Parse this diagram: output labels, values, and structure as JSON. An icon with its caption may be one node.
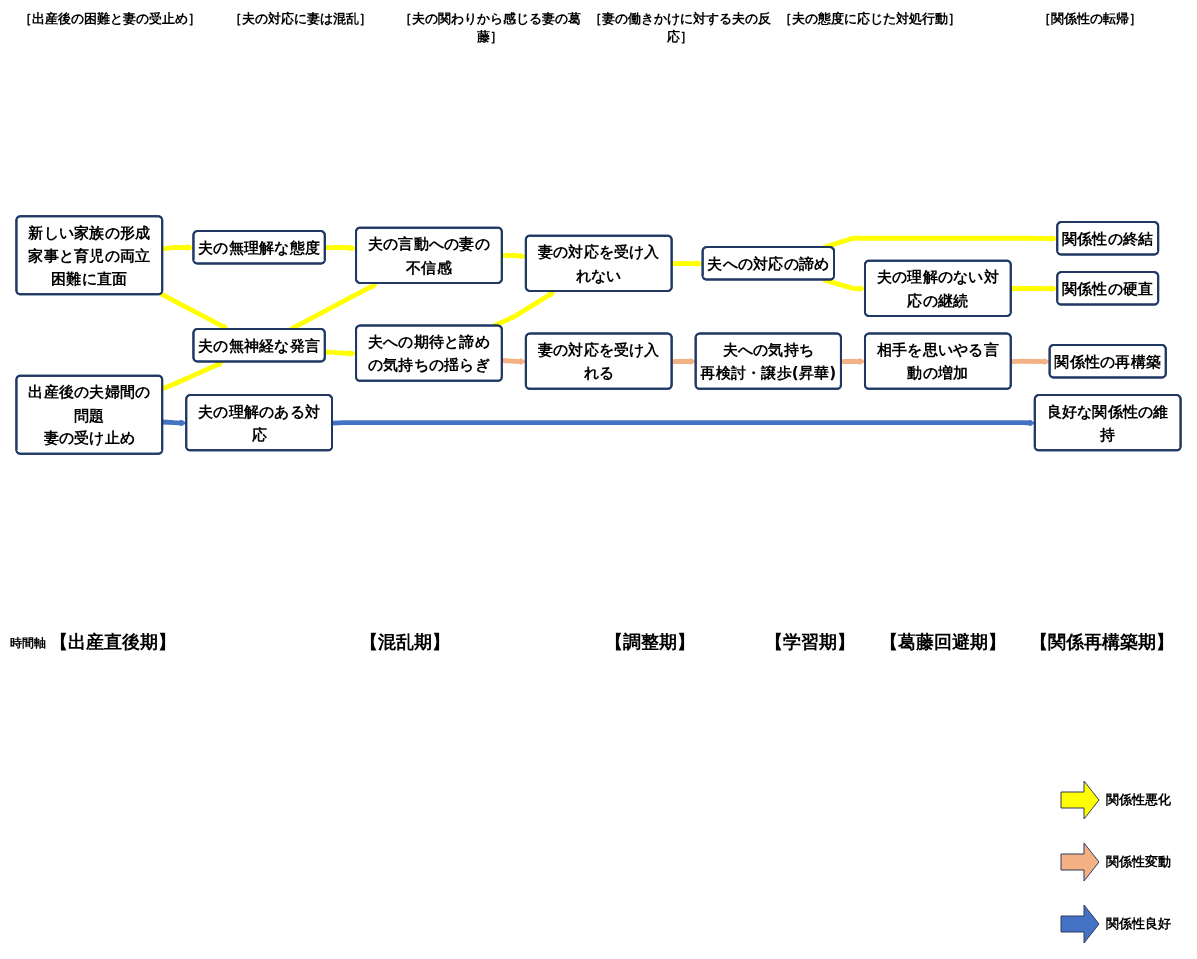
{
  "diagram": {
    "nodes": [
      {
        "text": [
          "新しい家族の形成",
          "家事と育児の両立困難に直面"
        ]
      },
      {
        "text": [
          "出産後の夫婦間の問題",
          "妻の受け止め"
        ]
      },
      {
        "text": [
          "夫の無理解な態度"
        ]
      },
      {
        "text": [
          "夫の無神経な発言"
        ]
      },
      {
        "text": [
          "夫の理解のある対応"
        ]
      },
      {
        "text": [
          "夫の言動への妻の不信感"
        ]
      },
      {
        "text": [
          "夫への期待と諦めの気持ちの揺らぎ"
        ]
      },
      {
        "text": [
          "妻の対応を受け入れない"
        ]
      },
      {
        "text": [
          "妻の対応を受け入れる"
        ]
      },
      {
        "text": [
          "夫への対応の諦め"
        ]
      },
      {
        "text": [
          "夫への気持ち",
          "再検討・譲歩(昇華)"
        ]
      },
      {
        "text": [
          "夫の理解のない対応の継続"
        ]
      },
      {
        "text": [
          "相手を思いやる言動の増加"
        ]
      },
      {
        "text": [
          "関係性の終結"
        ]
      },
      {
        "text": [
          "関係性の硬直"
        ]
      },
      {
        "text": [
          "関係性の再構築"
        ]
      },
      {
        "text": [
          "良好な関係性の維持"
        ]
      }
    ],
    "edges": [
      {
        "from": 0,
        "to": 2,
        "arrow": "to"
      },
      {
        "from": 0,
        "to": 3,
        "arrow": "to"
      },
      {
        "from": 1,
        "to": 3,
        "arrow": "to"
      },
      {
        "from": 1,
        "to": 4,
        "arrow": "to",
        "color": "#4472c4"
      },
      {
        "from": 2,
        "to": 5,
        "arrow": "to"
      },
      {
        "from": 3,
        "to": 5,
        "arrow": "to"
      },
      {
        "from": 3,
        "to": 6,
        "arrow": "to"
      },
      {
        "from": 5,
        "to": 7,
        "arrow": "to"
      },
      {
        "from": 6,
        "to": 7,
        "arrow": "to"
      },
      {
        "from": 6,
        "to": 8,
        "arrow": "to",
        "color": "#f4b183"
      },
      {
        "from": 7,
        "to": 9,
        "arrow": "to"
      },
      {
        "from": 9,
        "to": 13,
        "arrow": "to"
      },
      {
        "from": 9,
        "to": 11,
        "arrow": "to"
      },
      {
        "from": 11,
        "to": 14,
        "arrow": "to"
      },
      {
        "from": 8,
        "to": 10,
        "arrow": "to",
        "color": "#f4b183"
      },
      {
        "from": 10,
        "to": 12,
        "arrow": "to",
        "color": "#f4b183"
      },
      {
        "from": 12,
        "to": 15,
        "arrow": "to",
        "color": "#f4b183"
      },
      {
        "from": 4,
        "to": 16,
        "arrow": "to",
        "color": "#4472c4"
      }
    ],
    "labels": [
      "［出産後の困難と妻の受止め］",
      "［夫の対応に妻は混乱］",
      "［夫の関わりから感じる妻の葛藤］",
      "［妻の働きかけに対する夫の反応］",
      "［夫の態度に応じた対処行動］",
      "［関係性の転帰］",
      "時間軸",
      "【出産直後期】",
      "【混乱期】",
      "【調整期】",
      "【学習期】",
      "【葛藤回避期】",
      "【関係再構築期】"
    ],
    "legend": [
      {
        "text": "関係性悪化",
        "color": "#ffff00"
      },
      {
        "text": "関係性変動",
        "color": "#f4b183"
      },
      {
        "text": "関係性良好",
        "color": "#4472c4"
      }
    ]
  }
}
